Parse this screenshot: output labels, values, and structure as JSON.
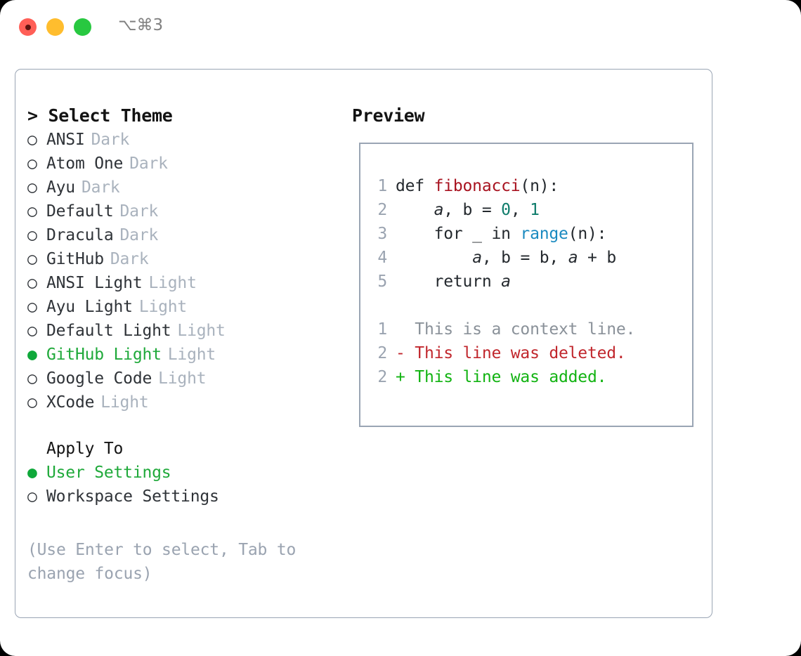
{
  "window": {
    "shortcut": "⌥⌘3",
    "traffic_lights": [
      {
        "name": "close",
        "color": "#ff5f57"
      },
      {
        "name": "minimize",
        "color": "#ffbd2e"
      },
      {
        "name": "maximize",
        "color": "#28c840"
      }
    ]
  },
  "theme_panel": {
    "header": "> Select Theme",
    "items": [
      {
        "bullet": "○",
        "label": "ANSI",
        "tag": "Dark",
        "selected": false
      },
      {
        "bullet": "○",
        "label": "Atom One",
        "tag": "Dark",
        "selected": false
      },
      {
        "bullet": "○",
        "label": "Ayu",
        "tag": "Dark",
        "selected": false
      },
      {
        "bullet": "○",
        "label": "Default",
        "tag": "Dark",
        "selected": false
      },
      {
        "bullet": "○",
        "label": "Dracula",
        "tag": "Dark",
        "selected": false
      },
      {
        "bullet": "○",
        "label": "GitHub",
        "tag": "Dark",
        "selected": false
      },
      {
        "bullet": "○",
        "label": "ANSI Light",
        "tag": "Light",
        "selected": false
      },
      {
        "bullet": "○",
        "label": "Ayu Light",
        "tag": "Light",
        "selected": false
      },
      {
        "bullet": "○",
        "label": "Default Light",
        "tag": "Light",
        "selected": false
      },
      {
        "bullet": "●",
        "label": "GitHub Light",
        "tag": "Light",
        "selected": true
      },
      {
        "bullet": "○",
        "label": "Google Code",
        "tag": "Light",
        "selected": false
      },
      {
        "bullet": "○",
        "label": "XCode",
        "tag": "Light",
        "selected": false
      }
    ]
  },
  "apply_to": {
    "header": "Apply To",
    "items": [
      {
        "bullet": "●",
        "label": "User Settings",
        "selected": true
      },
      {
        "bullet": "○",
        "label": "Workspace Settings",
        "selected": false
      }
    ]
  },
  "help_text": "(Use Enter to select, Tab to change focus)",
  "preview": {
    "header": "Preview",
    "code_lines": [
      {
        "num": "1",
        "tokens": [
          {
            "t": "def ",
            "c": "plain"
          },
          {
            "t": "fibonacci",
            "c": "fn"
          },
          {
            "t": "(n):",
            "c": "plain"
          }
        ]
      },
      {
        "num": "2",
        "tokens": [
          {
            "t": "    ",
            "c": "plain"
          },
          {
            "t": "a",
            "c": "var"
          },
          {
            "t": ", ",
            "c": "plain"
          },
          {
            "t": "b",
            "c": "plain"
          },
          {
            "t": " = ",
            "c": "plain"
          },
          {
            "t": "0",
            "c": "num"
          },
          {
            "t": ", ",
            "c": "plain"
          },
          {
            "t": "1",
            "c": "num"
          }
        ]
      },
      {
        "num": "3",
        "tokens": [
          {
            "t": "    for _ in ",
            "c": "plain"
          },
          {
            "t": "range",
            "c": "builtin"
          },
          {
            "t": "(n):",
            "c": "plain"
          }
        ]
      },
      {
        "num": "4",
        "tokens": [
          {
            "t": "        ",
            "c": "plain"
          },
          {
            "t": "a",
            "c": "var"
          },
          {
            "t": ", ",
            "c": "plain"
          },
          {
            "t": "b",
            "c": "plain"
          },
          {
            "t": " = ",
            "c": "plain"
          },
          {
            "t": "b",
            "c": "plain"
          },
          {
            "t": ", ",
            "c": "plain"
          },
          {
            "t": "a",
            "c": "var"
          },
          {
            "t": " + ",
            "c": "plain"
          },
          {
            "t": "b",
            "c": "plain"
          }
        ]
      },
      {
        "num": "5",
        "tokens": [
          {
            "t": "    return ",
            "c": "plain"
          },
          {
            "t": "a",
            "c": "var"
          }
        ]
      }
    ],
    "diff_lines": [
      {
        "num": "1",
        "marker": " ",
        "text": "This is a context line.",
        "kind": "context"
      },
      {
        "num": "2",
        "marker": "-",
        "text": "This line was deleted.",
        "kind": "deleted"
      },
      {
        "num": "2",
        "marker": "+",
        "text": "This line was added.",
        "kind": "added"
      }
    ]
  },
  "colors": {
    "accent_green": "#1fa93a",
    "selected_bullet": "#0fa83a",
    "tag_gray": "#a9b2bd",
    "help_gray": "#9aa3b0",
    "border": "#9aa5b4",
    "diff_deleted": "#c1272d",
    "diff_added": "#12b312",
    "diff_context": "#8a9199",
    "syntax_function": "#a81320",
    "syntax_number": "#0e7c6b",
    "syntax_builtin": "#1a8ac0"
  }
}
